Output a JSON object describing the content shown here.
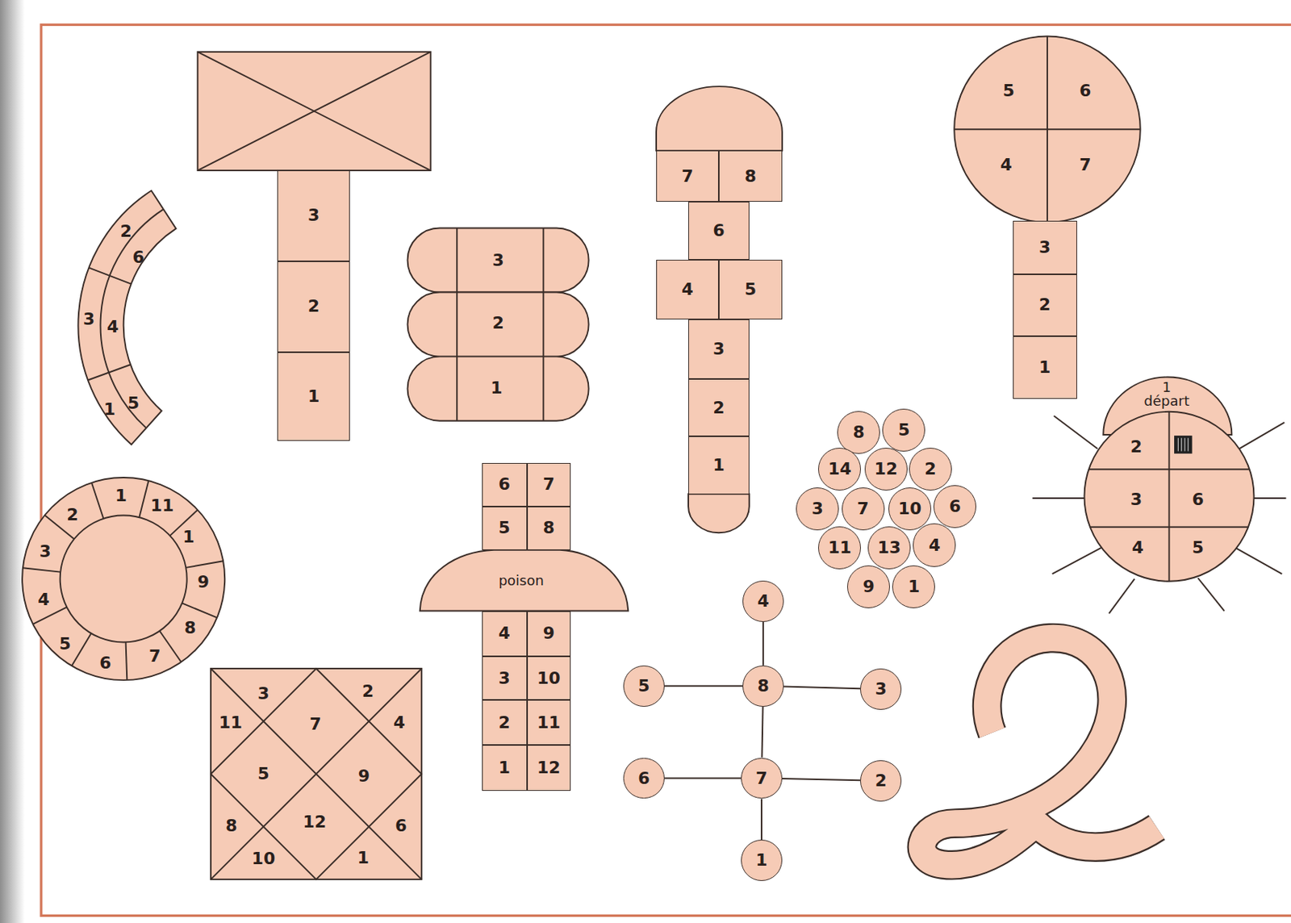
{
  "diagram": {
    "nodes": [
      {
        "text": [
          "3"
        ]
      },
      {
        "text": [
          "2"
        ]
      },
      {
        "text": [
          "1"
        ]
      },
      {
        "text": [
          "2"
        ]
      },
      {
        "text": [
          "6"
        ]
      },
      {
        "text": [
          "3"
        ]
      },
      {
        "text": [
          "4"
        ]
      },
      {
        "text": [
          "1"
        ]
      },
      {
        "text": [
          "5"
        ]
      },
      {
        "text": [
          "3"
        ]
      },
      {
        "text": [
          "2"
        ]
      },
      {
        "text": [
          "1"
        ]
      },
      {
        "text": [
          "7"
        ]
      },
      {
        "text": [
          "8"
        ]
      },
      {
        "text": [
          "6"
        ]
      },
      {
        "text": [
          "4"
        ]
      },
      {
        "text": [
          "5"
        ]
      },
      {
        "text": [
          "3"
        ]
      },
      {
        "text": [
          "2"
        ]
      },
      {
        "text": [
          "1"
        ]
      },
      {
        "text": [
          "5"
        ]
      },
      {
        "text": [
          "6"
        ]
      },
      {
        "text": [
          "4"
        ]
      },
      {
        "text": [
          "7"
        ]
      },
      {
        "text": [
          "3"
        ]
      },
      {
        "text": [
          "2"
        ]
      },
      {
        "text": [
          "1"
        ]
      },
      {
        "text": [
          "1",
          "départ"
        ]
      },
      {
        "text": [
          "2"
        ]
      },
      {
        "text": [
          "3"
        ]
      },
      {
        "text": [
          "6"
        ]
      },
      {
        "text": [
          "4"
        ]
      },
      {
        "text": [
          "5"
        ]
      },
      {
        "text": [
          "8"
        ]
      },
      {
        "text": [
          "5"
        ]
      },
      {
        "text": [
          "14"
        ]
      },
      {
        "text": [
          "12"
        ]
      },
      {
        "text": [
          "2"
        ]
      },
      {
        "text": [
          "3"
        ]
      },
      {
        "text": [
          "7"
        ]
      },
      {
        "text": [
          "10"
        ]
      },
      {
        "text": [
          "6"
        ]
      },
      {
        "text": [
          "11"
        ]
      },
      {
        "text": [
          "13"
        ]
      },
      {
        "text": [
          "4"
        ]
      },
      {
        "text": [
          "9"
        ]
      },
      {
        "text": [
          "1"
        ]
      },
      {
        "text": [
          "1"
        ]
      },
      {
        "text": [
          "11"
        ]
      },
      {
        "text": [
          "1"
        ]
      },
      {
        "text": [
          "9"
        ]
      },
      {
        "text": [
          "8"
        ]
      },
      {
        "text": [
          "7"
        ]
      },
      {
        "text": [
          "6"
        ]
      },
      {
        "text": [
          "5"
        ]
      },
      {
        "text": [
          "4"
        ]
      },
      {
        "text": [
          "3"
        ]
      },
      {
        "text": [
          "2"
        ]
      },
      {
        "text": [
          "6"
        ]
      },
      {
        "text": [
          "7"
        ]
      },
      {
        "text": [
          "5"
        ]
      },
      {
        "text": [
          "8"
        ]
      },
      {
        "text": [
          "poison"
        ]
      },
      {
        "text": [
          "4"
        ]
      },
      {
        "text": [
          "9"
        ]
      },
      {
        "text": [
          "3"
        ]
      },
      {
        "text": [
          "10"
        ]
      },
      {
        "text": [
          "2"
        ]
      },
      {
        "text": [
          "11"
        ]
      },
      {
        "text": [
          "1"
        ]
      },
      {
        "text": [
          "12"
        ]
      },
      {
        "text": [
          "3"
        ]
      },
      {
        "text": [
          "2"
        ]
      },
      {
        "text": [
          "11"
        ]
      },
      {
        "text": [
          "7"
        ]
      },
      {
        "text": [
          "4"
        ]
      },
      {
        "text": [
          "5"
        ]
      },
      {
        "text": [
          "9"
        ]
      },
      {
        "text": [
          "8"
        ]
      },
      {
        "text": [
          "12"
        ]
      },
      {
        "text": [
          "6"
        ]
      },
      {
        "text": [
          "10"
        ]
      },
      {
        "text": [
          "1"
        ]
      },
      {
        "text": [
          "4"
        ]
      },
      {
        "text": [
          "5"
        ]
      },
      {
        "text": [
          "8"
        ]
      },
      {
        "text": [
          "3"
        ]
      },
      {
        "text": [
          "6"
        ]
      },
      {
        "text": [
          "7"
        ]
      },
      {
        "text": [
          "2"
        ]
      },
      {
        "text": [
          "1"
        ]
      }
    ],
    "edges": [
      {
        "from": 83,
        "to": 85,
        "arrow": "none"
      },
      {
        "from": 84,
        "to": 85,
        "arrow": "none"
      },
      {
        "from": 85,
        "to": 86,
        "arrow": "none"
      },
      {
        "from": 85,
        "to": 88,
        "arrow": "none"
      },
      {
        "from": 87,
        "to": 88,
        "arrow": "none"
      },
      {
        "from": 88,
        "to": 89,
        "arrow": "none"
      },
      {
        "from": 88,
        "to": 90,
        "arrow": "none"
      }
    ]
  }
}
